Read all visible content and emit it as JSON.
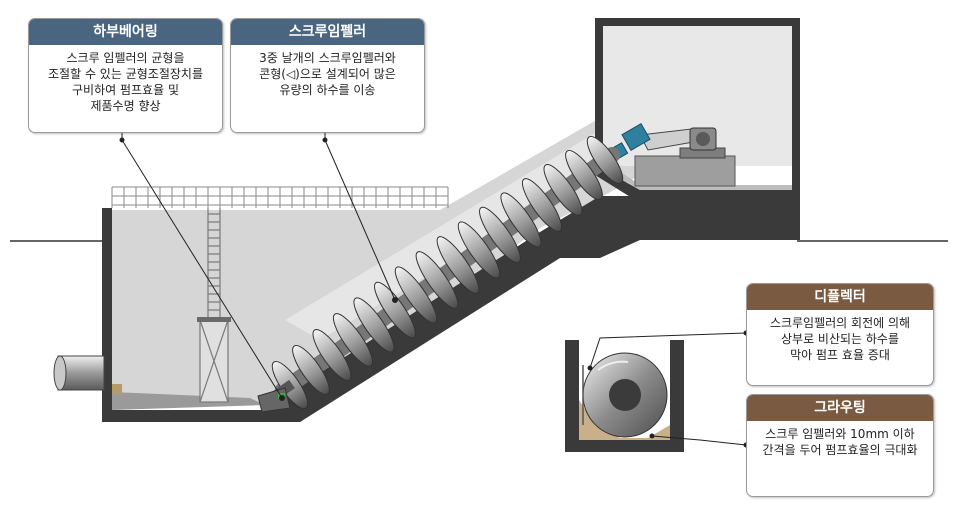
{
  "callouts": {
    "bearing": {
      "title": "하부베어링",
      "text": "스크루 임펠러의 균형을\n조절할 수 있는 균형조절장치를\n구비하여 펌프효율 및\n제품수명 향상"
    },
    "impeller": {
      "title": "스크루임펠러",
      "text": "3중 날개의 스크루임펠러와\n콘형(◁)으로 설계되어 많은\n유량의 하수를 이송"
    },
    "deflector": {
      "title": "디플렉터",
      "text": "스크루임펠러의 회전에 의해\n상부로 비산되는 하수를\n막아 펌프 효율 증대"
    },
    "grouting": {
      "title": "그라우팅",
      "text": "스크루 임펠러와 10mm 이하\n간격을 두어 펌프효율의 극대화"
    }
  },
  "colors": {
    "header_blue": "#4a6580",
    "header_brown": "#7a5a40",
    "concrete_dark": "#3a3a3a",
    "fill_light": "#d9d9d9",
    "ground_line": "#333333"
  },
  "icons": {
    "motor": "motor-drive-icon",
    "pipe": "inlet-pipe-icon",
    "ladder": "ladder-icon"
  }
}
